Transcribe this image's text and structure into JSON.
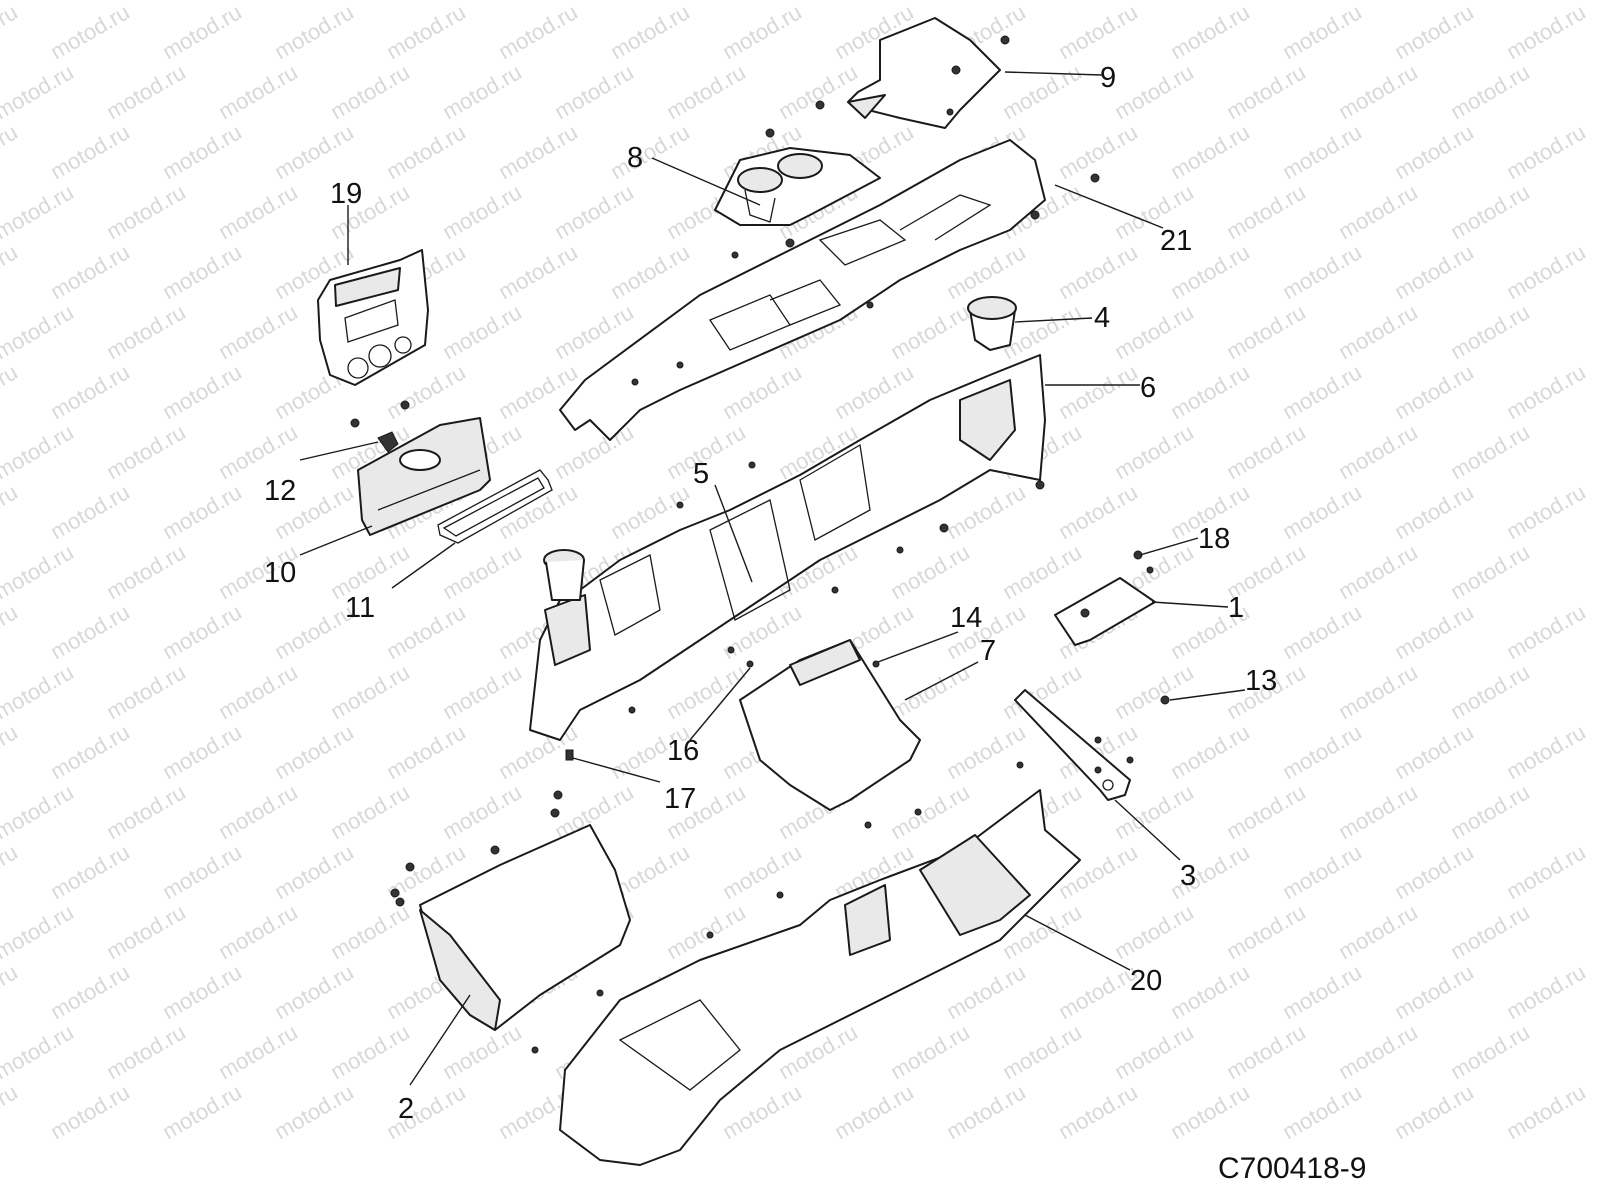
{
  "watermark": {
    "text": "motod.ru",
    "color": "#d8d8d8"
  },
  "document_id": "C700418-9",
  "callouts": [
    {
      "id": "9",
      "label": "9"
    },
    {
      "id": "8",
      "label": "8"
    },
    {
      "id": "21",
      "label": "21"
    },
    {
      "id": "19",
      "label": "19"
    },
    {
      "id": "4",
      "label": "4"
    },
    {
      "id": "6",
      "label": "6"
    },
    {
      "id": "12",
      "label": "12"
    },
    {
      "id": "5",
      "label": "5"
    },
    {
      "id": "10",
      "label": "10"
    },
    {
      "id": "18",
      "label": "18"
    },
    {
      "id": "11",
      "label": "11"
    },
    {
      "id": "1",
      "label": "1"
    },
    {
      "id": "14",
      "label": "14"
    },
    {
      "id": "7",
      "label": "7"
    },
    {
      "id": "13",
      "label": "13"
    },
    {
      "id": "16",
      "label": "16"
    },
    {
      "id": "17",
      "label": "17"
    },
    {
      "id": "3",
      "label": "3"
    },
    {
      "id": "20",
      "label": "20"
    },
    {
      "id": "2",
      "label": "2"
    }
  ]
}
